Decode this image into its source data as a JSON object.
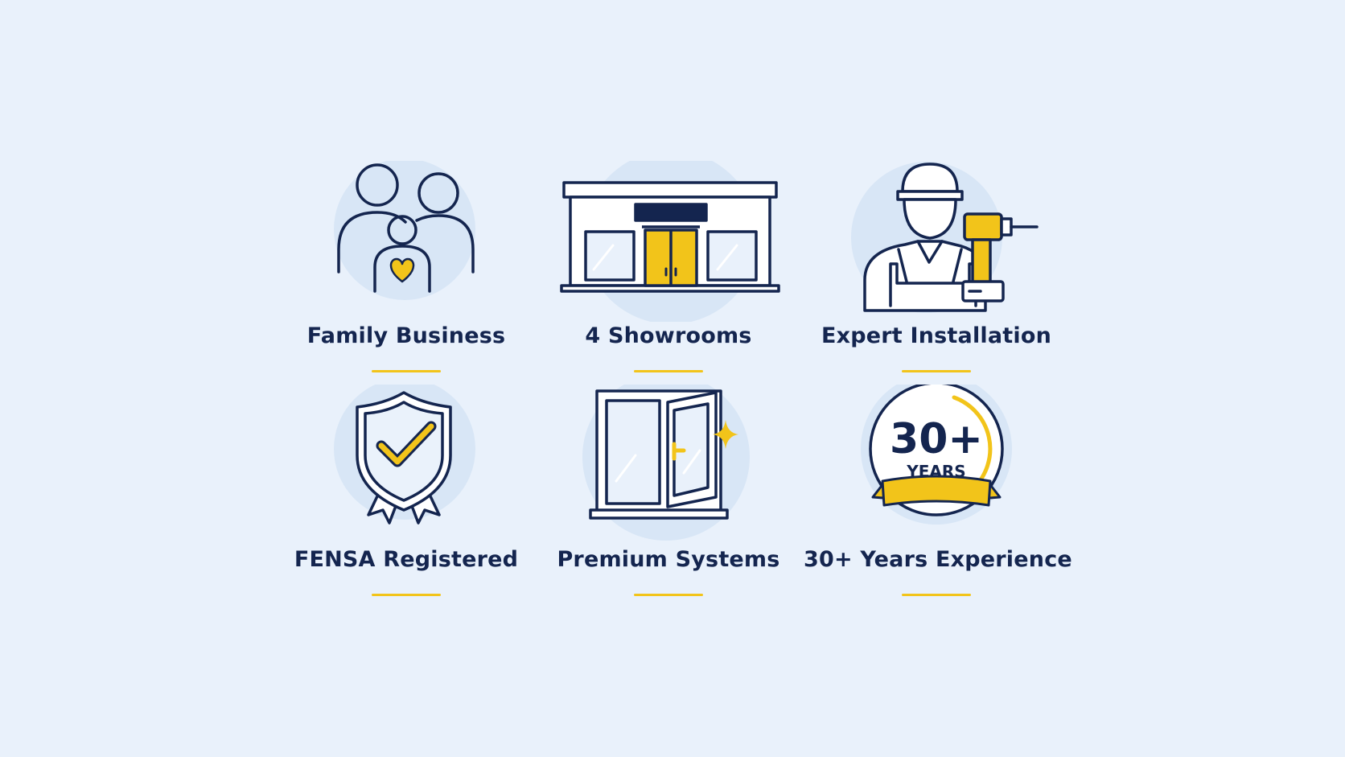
{
  "features": [
    {
      "id": "family",
      "label": "Family Business",
      "icon": "family-heart-icon"
    },
    {
      "id": "showrooms",
      "label": "4 Showrooms",
      "icon": "storefront-icon"
    },
    {
      "id": "installation",
      "label": "Expert Installation",
      "icon": "installer-drill-icon"
    },
    {
      "id": "fensa",
      "label": "FENSA Registered",
      "icon": "shield-check-icon"
    },
    {
      "id": "premium",
      "label": "Premium Systems",
      "icon": "window-sparkle-icon"
    },
    {
      "id": "experience",
      "label": "30+ Years Experience",
      "icon": "years-badge-icon"
    }
  ],
  "badge": {
    "number": "30+",
    "unit": "YEARS"
  },
  "colors": {
    "navy": "#14254f",
    "yellow": "#f2c41a",
    "background": "#e9f1fb",
    "circle": "#d8e6f6"
  }
}
